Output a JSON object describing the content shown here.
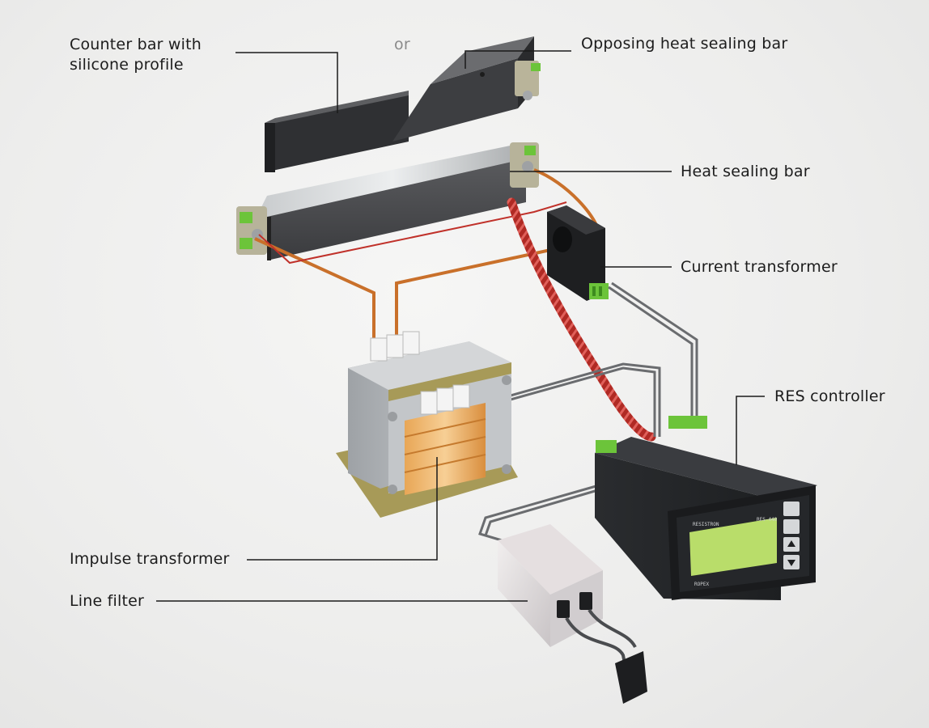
{
  "labels": {
    "counter_bar_line1": "Counter bar with",
    "counter_bar_line2": "silicone profile",
    "or": "or",
    "opposing_bar": "Opposing heat sealing bar",
    "heat_sealing_bar": "Heat sealing bar",
    "current_transformer": "Current transformer",
    "res_controller": "RES controller",
    "impulse_transformer": "Impulse transformer",
    "line_filter": "Line filter"
  },
  "device_text": {
    "brand": "RESISTRON",
    "model": "RES-440",
    "maker": "ROPEX"
  },
  "colors": {
    "bar_dark": "#3b3c3e",
    "copper_wire": "#c9702a",
    "red_wire": "#c0312a",
    "terminal_green": "#6cc43a",
    "lcd_green": "#b9dd6a",
    "controller_body": "#2b2d30"
  }
}
